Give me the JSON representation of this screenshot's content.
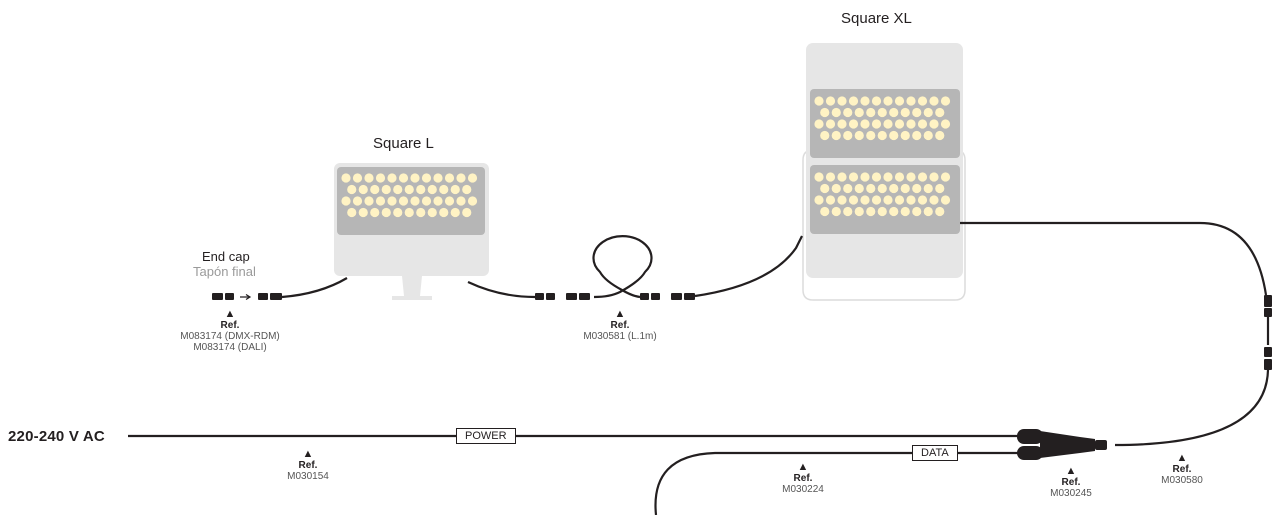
{
  "fixtures": {
    "square_l": {
      "title": "Square L"
    },
    "square_xl": {
      "title": "Square XL"
    }
  },
  "end_cap": {
    "label_en": "End cap",
    "label_es": "Tapón final",
    "ref_label": "Ref.",
    "ref_line1": "M083174 (DMX-RDM)",
    "ref_line2": "M083174 (DALI)"
  },
  "jumper_cable": {
    "ref_label": "Ref.",
    "ref": "M030581 (L.1m)"
  },
  "power_input": {
    "voltage": "220-240 V AC",
    "tag": "POWER",
    "ref_label": "Ref.",
    "ref": "M030154"
  },
  "data_input": {
    "tag": "DATA",
    "ref_label": "Ref.",
    "ref": "M030224"
  },
  "splitter": {
    "ref_label": "Ref.",
    "ref": "M030245"
  },
  "feed_cable": {
    "ref_label": "Ref.",
    "ref": "M030580"
  },
  "arrow_glyph": "▲",
  "colors": {
    "led": "#fff3c4",
    "panel": "#b6b6b6",
    "housing": "#e6e6e6",
    "cable": "#231f20"
  }
}
